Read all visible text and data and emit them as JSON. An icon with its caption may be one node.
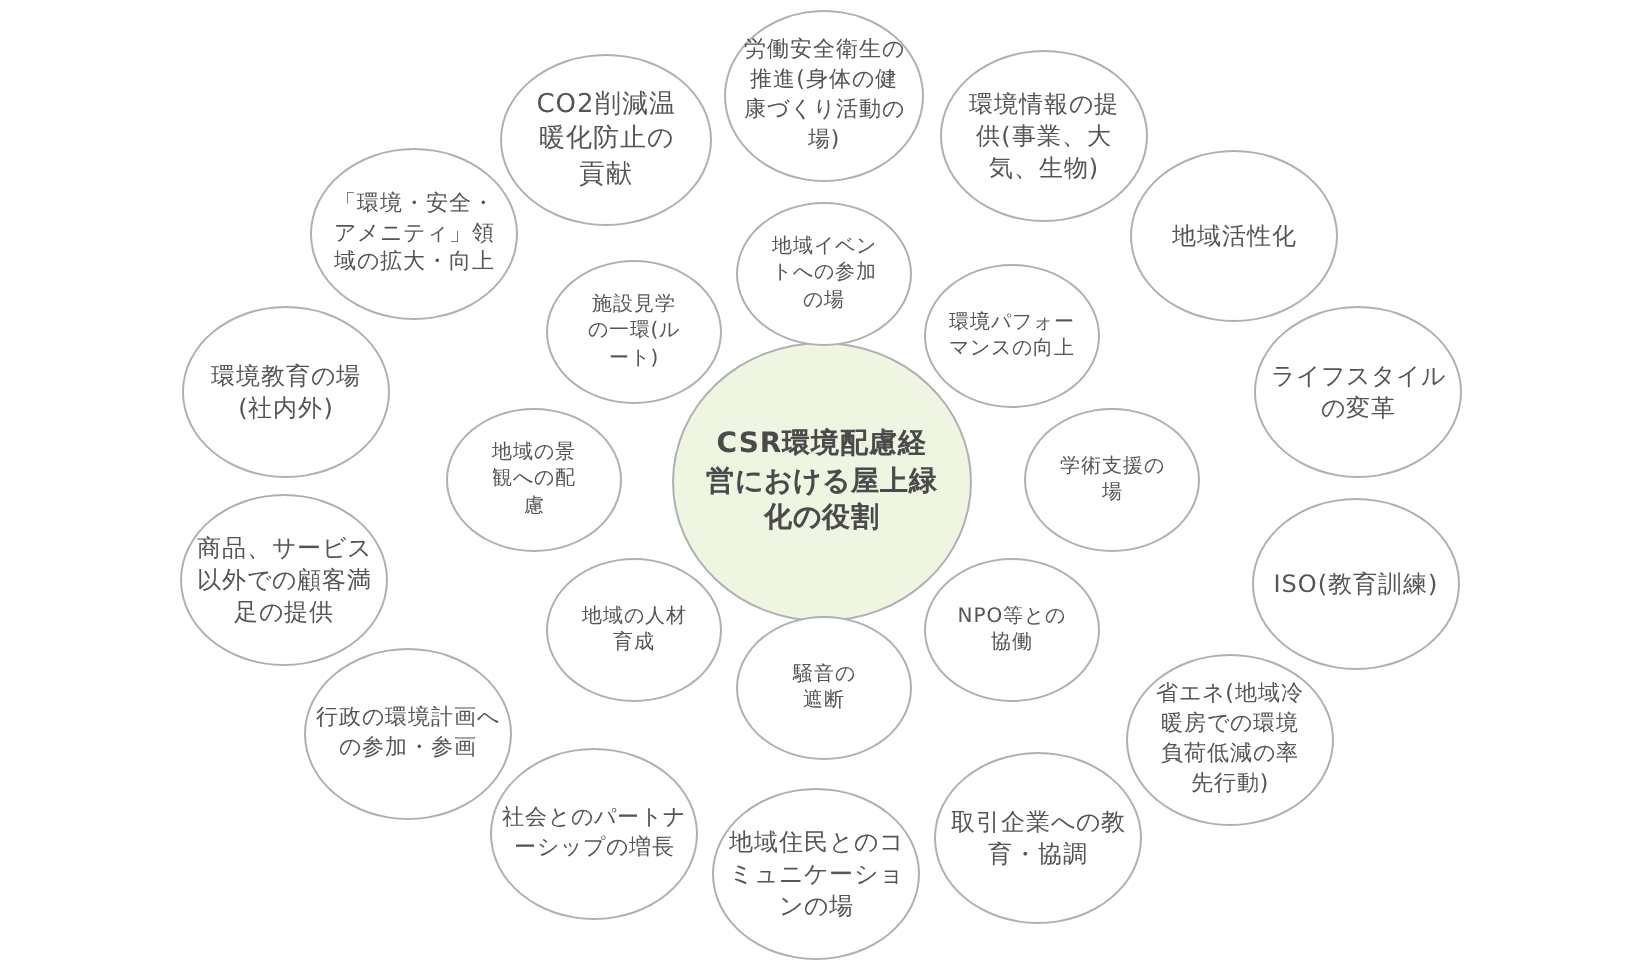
{
  "diagram": {
    "nodes": [
      {
        "text": [
          "労働安全衛生の推進(身体の健康づくり活動の場)"
        ]
      },
      {
        "text": [
          "CO2削減温暖化防止の貢献"
        ]
      },
      {
        "text": [
          "環境情報の提供(事業、大気、生物)"
        ]
      },
      {
        "text": [
          "「環境・安全・アメニティ」領域の拡大・向上"
        ]
      },
      {
        "text": [
          "地域活性化"
        ]
      },
      {
        "text": [
          "地域イベントへの参加の場"
        ]
      },
      {
        "text": [
          "施設見学の一環(ルート)"
        ]
      },
      {
        "text": [
          "環境パフォーマンスの向上"
        ]
      },
      {
        "text": [
          "環境教育の場(社内外)"
        ]
      },
      {
        "text": [
          "ライフスタイルの変革"
        ]
      },
      {
        "text": [
          "CSR環境配慮経営における屋上緑化の役割"
        ]
      },
      {
        "text": [
          "地域の景観への配慮"
        ]
      },
      {
        "text": [
          "学術支援の場"
        ]
      },
      {
        "text": [
          "商品、サービス以外での顧客満足の提供"
        ]
      },
      {
        "text": [
          "ISO(教育訓練)"
        ]
      },
      {
        "text": [
          "地域の人材育成"
        ]
      },
      {
        "text": [
          "NPO等との協働"
        ]
      },
      {
        "text": [
          "騒音の遮断"
        ]
      },
      {
        "text": [
          "行政の環境計画への参加・参画"
        ]
      },
      {
        "text": [
          "省エネ(地域冷暖房での環境負荷低減の率先行動)"
        ]
      },
      {
        "text": [
          "社会とのパートナーシップの増長"
        ]
      },
      {
        "text": [
          "取引企業への教育・協調"
        ]
      },
      {
        "text": [
          "地域住民とのコミュニケーションの場"
        ]
      }
    ]
  }
}
